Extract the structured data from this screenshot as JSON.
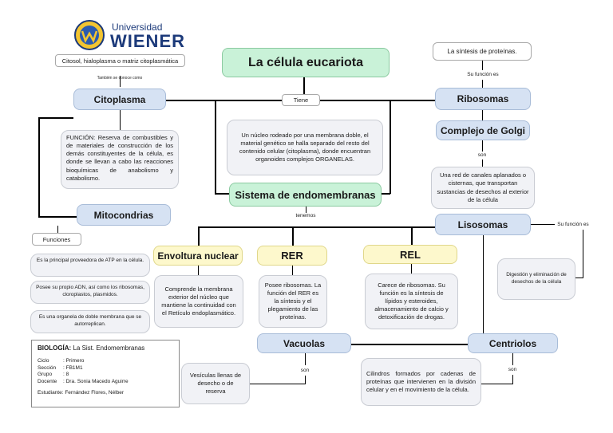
{
  "logo": {
    "line1": "Universidad",
    "line2": "WIENER"
  },
  "title": "La célula eucariota",
  "cytosol_note": "Citosol, hialoplasma o matriz citoplasmática",
  "tambien_label": "También se conoce como",
  "citoplasma": "Citoplasma",
  "funcion_citoplasma": "FUNCIÓN: Reserva de combustibles y de materiales de construcción de los demás constituyentes de la célula, es donde se llevan a cabo las reacciones bioquímicas de anabolismo y catabolismo.",
  "tiene_label": "Tiene",
  "nucleo_desc": "Un núcleo rodeado por una membrana doble, el material genético se halla separado del resto del contenido celular (citoplasma), donde encuentran organoides complejos ORGANELAS.",
  "sistema": "Sistema de endomembranas",
  "tenemos_label": "tenemos",
  "mitocondrias": "Mitocondrias",
  "funciones_label": "Funciones",
  "mito_items": [
    "Es la principal proveedora de ATP en la célula.",
    "Posee su propio ADN, así como los ribosomas, cloroplastos, plasmidos.",
    "Es una organela de doble membrana que se autorreplican."
  ],
  "sintesis_proteinas": "La síntesis de proteínas.",
  "su_funcion_es": "Su función es",
  "ribosomas": "Ribosomas",
  "golgi": "Complejo de Golgi",
  "son_label": "son",
  "golgi_desc": "Una red de canales aplanados o cisternas, que transportan sustancias de desechos al exterior de la célula",
  "lisosomas": "Lisosomas",
  "su_funcion_es_2": "Su función es",
  "lisosomas_desc": "Digestión y eliminación de desechos de la célula",
  "envoltura": "Envoltura nuclear",
  "envoltura_desc": "Comprende la membrana exterior del núcleo que mantiene la continuidad con el Retículo endoplasmático.",
  "rer": "RER",
  "rer_desc": "Posee ribosomas. La función del RER es la síntesis y el plegamiento de las proteínas.",
  "rel": "REL",
  "rel_desc": "Carece de ribosomas. Su función es la síntesis de lípidos y esteroides, almacenamiento de calcio y detoxificación de drogas.",
  "vacuolas": "Vacuolas",
  "son_label_2": "son",
  "vacuolas_desc": "Vesículas llenas de desecho o de reserva",
  "centriolos": "Centriolos",
  "son_label_3": "son",
  "centriolos_desc": "Cilindros formados por cadenas de proteínas que intervienen en la división celular y en el movimiento de la célula.",
  "info": {
    "heading_bold": "BIOLOGÍA:",
    "heading_rest": " La Sist. Endomembranas",
    "rows": [
      {
        "k": "Ciclo",
        "v": ": Primero"
      },
      {
        "k": "Sección",
        "v": ": FB1M1"
      },
      {
        "k": "Grupo",
        "v": ": 8"
      },
      {
        "k": "Docente",
        "v": ": Dra. Sonia Macedo Aguirre"
      }
    ],
    "student": "Estudiante: Fernández Flores, Nélber"
  },
  "colors": {
    "blue_node": "#d6e2f3",
    "green_node": "#c9f2d8",
    "yellow_node": "#fdf8cc",
    "desc_bg": "#f1f2f6",
    "logo_navy": "#1c3a7a"
  }
}
